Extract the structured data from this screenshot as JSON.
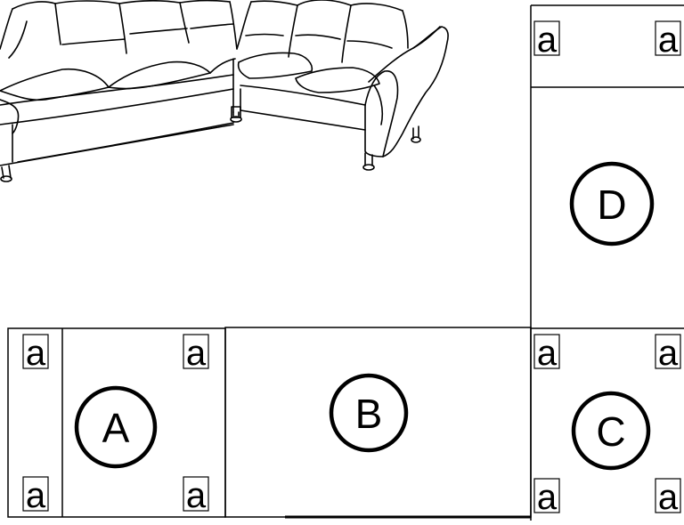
{
  "diagram": {
    "modules": [
      {
        "id": "A",
        "label": "A"
      },
      {
        "id": "B",
        "label": "B"
      },
      {
        "id": "C",
        "label": "C"
      },
      {
        "id": "D",
        "label": "D"
      }
    ],
    "marker_label": "a",
    "colors": {
      "line": "#000000",
      "background": "#ffffff"
    }
  }
}
